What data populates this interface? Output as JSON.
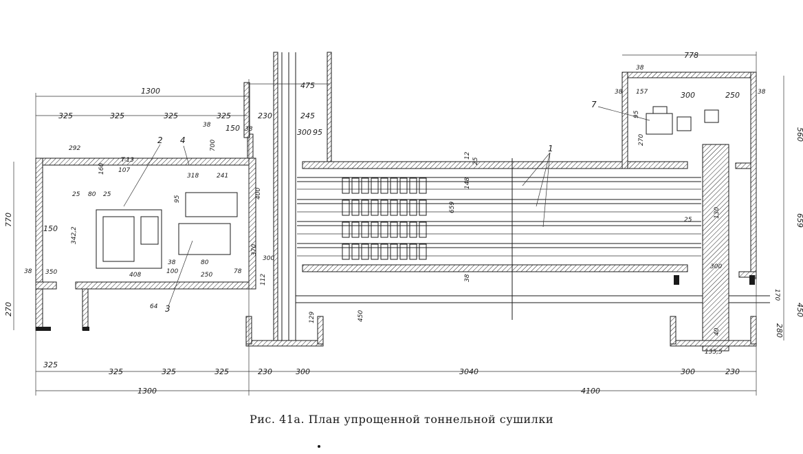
{
  "caption": "Рис. 41а. План упрощенной тоннельной сушилки",
  "callouts": [
    "1",
    "2",
    "3",
    "4",
    "7"
  ],
  "dimensions": {
    "top_1300": "1300",
    "top_325_a": "325",
    "top_325_b": "325",
    "top_325_c": "325",
    "top_325_d": "325",
    "top_230": "230",
    "top_475": "475",
    "top_245": "245",
    "top_150": "150",
    "top_38_a": "38",
    "top_38_b": "38",
    "top_300": "300",
    "top_95": "95",
    "top_778": "778",
    "top_38_c": "38",
    "top_38_d": "38",
    "top_157": "157",
    "top_300_b": "300",
    "top_250": "250",
    "top_38_e": "38",
    "left_770": "770",
    "left_270": "270",
    "right_560": "560",
    "right_659": "659",
    "right_450": "450",
    "right_170": "170",
    "right_280": "280",
    "bot_325_a": "325",
    "bot_325_b": "325",
    "bot_325_c": "325",
    "bot_325_d": "325",
    "bot_230": "230",
    "bot_300": "300",
    "bot_3040": "3040",
    "bot_300_b": "300",
    "bot_230_b": "230",
    "bot_1300": "1300",
    "bot_4100": "4100",
    "in_292": "292",
    "in_160": "160",
    "in_107": "107",
    "in_t13": "T-13",
    "in_700": "700",
    "in_318": "318",
    "in_241": "241",
    "in_400": "400",
    "in_95": "95",
    "in_25_a": "25",
    "in_80_a": "80",
    "in_25_b": "25",
    "in_150": "150",
    "in_342": "342,2",
    "in_350": "350",
    "in_38_f": "38",
    "in_408": "408",
    "in_100": "100",
    "in_80_b": "80",
    "in_250": "250",
    "in_38_g": "38",
    "in_78": "78",
    "in_64": "64",
    "in_370": "370",
    "in_300_c": "300",
    "in_112": "112",
    "in_129": "129",
    "in_450": "450",
    "in_12": "12",
    "in_38_h": "38",
    "in_25_c": "25",
    "in_148": "148",
    "in_659": "659",
    "in_130": "130",
    "in_25_d": "25",
    "in_300_d": "300",
    "in_270": "270",
    "in_95_b": "95",
    "in_40": "40",
    "in_1355": "135,5"
  }
}
